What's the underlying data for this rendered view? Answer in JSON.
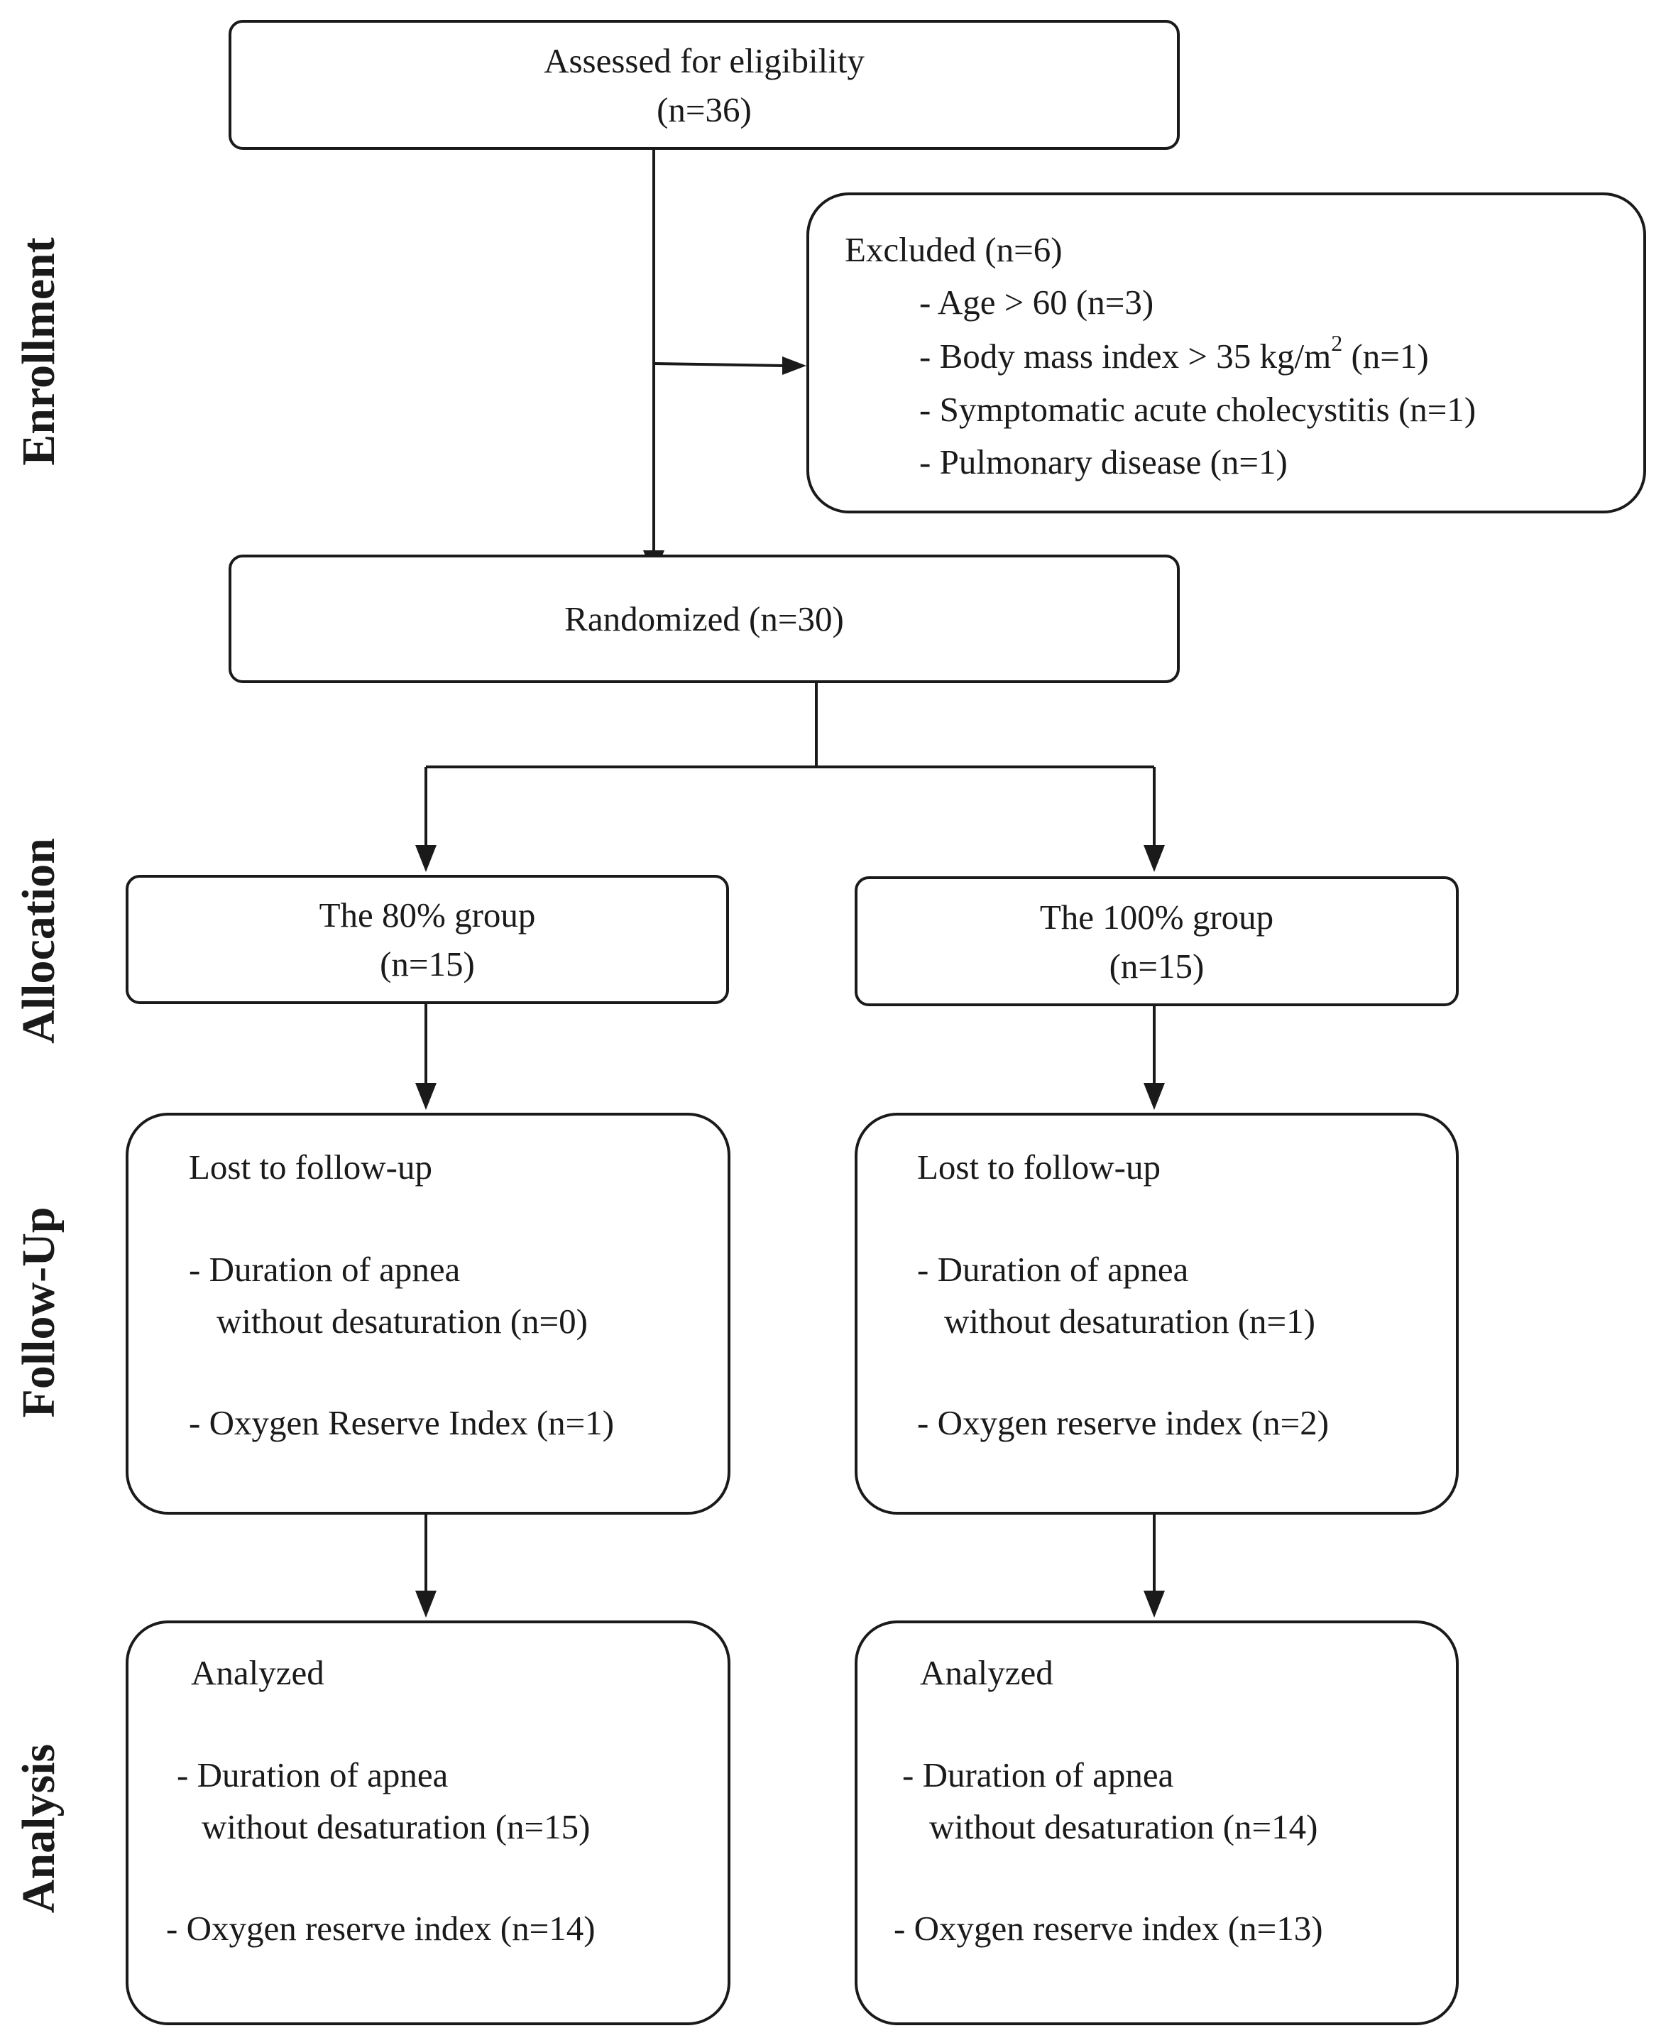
{
  "stages": {
    "enrollment": "Enrollment",
    "allocation": "Allocation",
    "followup": "Follow-Up",
    "analysis": "Analysis"
  },
  "assessed": {
    "line1": "Assessed for eligibility",
    "line2": "(n=36)"
  },
  "excluded": {
    "title": "Excluded (n=6)",
    "item_age": "- Age > 60 (n=3)",
    "item_bmi_prefix": "- Body mass index > 35 kg/m",
    "item_bmi_sup": "2",
    "item_bmi_suffix": " (n=1)",
    "item_chole": "- Symptomatic acute cholecystitis (n=1)",
    "item_pulm": "- Pulmonary disease (n=1)"
  },
  "randomized": "Randomized (n=30)",
  "group80": {
    "name": "The 80% group",
    "n": "(n=15)",
    "lost": {
      "title": "Lost to follow-up",
      "dur1": "- Duration of apnea",
      "dur2": "without desaturation (n=0)",
      "ori": "- Oxygen Reserve Index (n=1)"
    },
    "analyzed": {
      "title": "Analyzed",
      "dur1": "- Duration of apnea",
      "dur2": "without desaturation (n=15)",
      "ori": "- Oxygen reserve index (n=14)"
    }
  },
  "group100": {
    "name": "The 100% group",
    "n": "(n=15)",
    "lost": {
      "title": "Lost to follow-up",
      "dur1": "- Duration of apnea",
      "dur2": "without desaturation (n=1)",
      "ori": "- Oxygen reserve index (n=2)"
    },
    "analyzed": {
      "title": "Analyzed",
      "dur1": "- Duration of apnea",
      "dur2": "without desaturation (n=14)",
      "ori": "- Oxygen reserve index (n=13)"
    }
  }
}
